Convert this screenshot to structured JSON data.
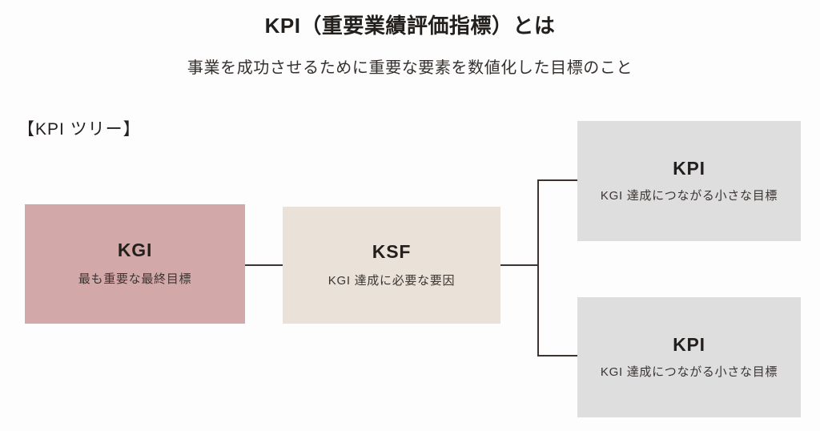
{
  "header": {
    "title": "KPI（重要業績評価指標）とは",
    "subtitle": "事業を成功させるために重要な要素を数値化した目標のこと",
    "section_label": "【KPI ツリー】"
  },
  "colors": {
    "background": "#fdfdfd",
    "kgi_fill": "#d3a8a9",
    "ksf_fill": "#eae2d8",
    "kpi_fill": "#dedede",
    "connector": "#3a3330",
    "heading_text": "#231f1d",
    "body_text": "#3a3432"
  },
  "diagram": {
    "type": "kpi-tree",
    "nodes": [
      {
        "id": "kgi",
        "title": "KGI",
        "description": "最も重要な最終目標",
        "fill": "#d3a8a9",
        "level": 1
      },
      {
        "id": "ksf",
        "title": "KSF",
        "description": "KGI 達成に必要な要因",
        "fill": "#eae2d8",
        "level": 2
      },
      {
        "id": "kpi-1",
        "title": "KPI",
        "description": "KGI 達成につながる小さな目標",
        "fill": "#dedede",
        "level": 3
      },
      {
        "id": "kpi-2",
        "title": "KPI",
        "description": "KGI 達成につながる小さな目標",
        "fill": "#dedede",
        "level": 3
      }
    ],
    "edges": [
      {
        "from": "kgi",
        "to": "ksf",
        "style": "straight"
      },
      {
        "from": "ksf",
        "to": "kpi-1",
        "style": "bracket"
      },
      {
        "from": "ksf",
        "to": "kpi-2",
        "style": "bracket"
      }
    ]
  }
}
